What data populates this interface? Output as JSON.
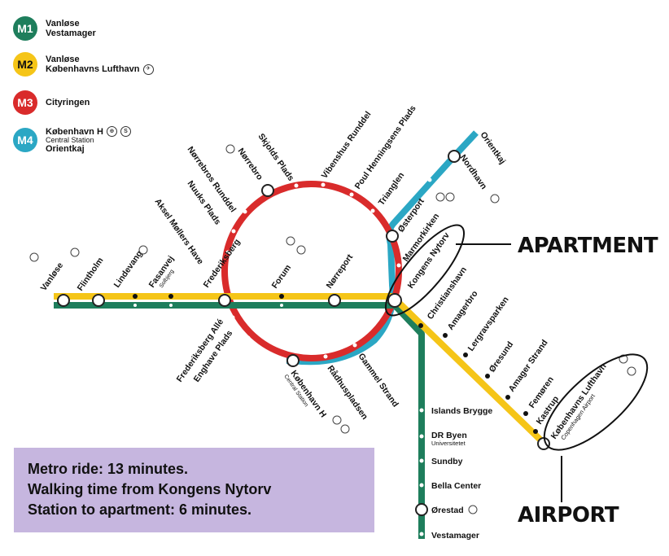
{
  "legend": [
    {
      "code": "M1",
      "color": "#1e7e5c",
      "line1": "Vanløse",
      "line2": "Vestamager",
      "icon": ""
    },
    {
      "code": "M2",
      "color": "#f5c518",
      "line1": "Vanløse",
      "line2": "Københavns Lufthavn",
      "icon": "airport-icon"
    },
    {
      "code": "M3",
      "color": "#d92b2b",
      "line1": "Cityringen",
      "line2": "",
      "icon": ""
    },
    {
      "code": "M4",
      "color": "#2ba7c4",
      "line1": "København H",
      "line1_sub": "Central Station",
      "line2": "Orientkaj",
      "icon": "train-icon"
    }
  ],
  "colors": {
    "m1": "#1e7e5c",
    "m2": "#f5c518",
    "m3": "#d92b2b",
    "m4": "#2ba7c4",
    "box": "#c6b6df"
  },
  "stations": {
    "vanlose": "Vanløse",
    "flintholm": "Flintholm",
    "lindevang": "Lindevang",
    "fasanvej": "Fasanvej",
    "fasanvej_sub": "Solbjerg",
    "frederiksberg": "Frederiksberg",
    "forum": "Forum",
    "norreport": "Nørreport",
    "kongens_nytorv": "Kongens Nytorv",
    "christianshavn": "Christianshavn",
    "amagerbro": "Amagerbro",
    "lergravsparken": "Lergravsparken",
    "oresund": "Øresund",
    "amager_strand": "Amager Strand",
    "femoren": "Femøren",
    "kastrup": "Kastrup",
    "dr_byen": "DR Byen",
    "dr_byen_sub": "Universitetet",
    "islands_brygge": "Islands Brygge",
    "sundby": "Sundby",
    "bella_center": "Bella Center",
    "orestad": "Ørestad",
    "vestamager": "Vestamager",
    "lufthavn": "Københavns Lufthavn",
    "lufthavn_sub": "Copenhagen Airport",
    "frb_alle": "Frederiksberg Allé",
    "enghave": "Enghave Plads",
    "kobenhavn_h": "København H",
    "kobenhavn_h_sub": "Central Station",
    "radhus": "Rådhuspladsen",
    "gammel_strand": "Gammel Strand",
    "aksel": "Aksel Møllers Have",
    "nuuks": "Nuuks Plads",
    "norrebros_r": "Nørrebros Runddel",
    "norrebro": "Nørrebro",
    "skjolds": "Skjolds Plads",
    "vibenshus": "Vibenshus Runddel",
    "poul": "Poul Henningsens Plads",
    "trianglen": "Trianglen",
    "osterport": "Østerport",
    "marmorkirken": "Marmorkirken",
    "nordhavn": "Nordhavn",
    "orientkaj": "Orientkaj"
  },
  "callouts": {
    "apartment": "APARTMENT",
    "airport": "AIRPORT"
  },
  "info": {
    "line1": "Metro ride: 13 minutes.",
    "line2": "Walking time from Kongens Nytorv",
    "line3": "Station to apartment: 6 minutes."
  }
}
